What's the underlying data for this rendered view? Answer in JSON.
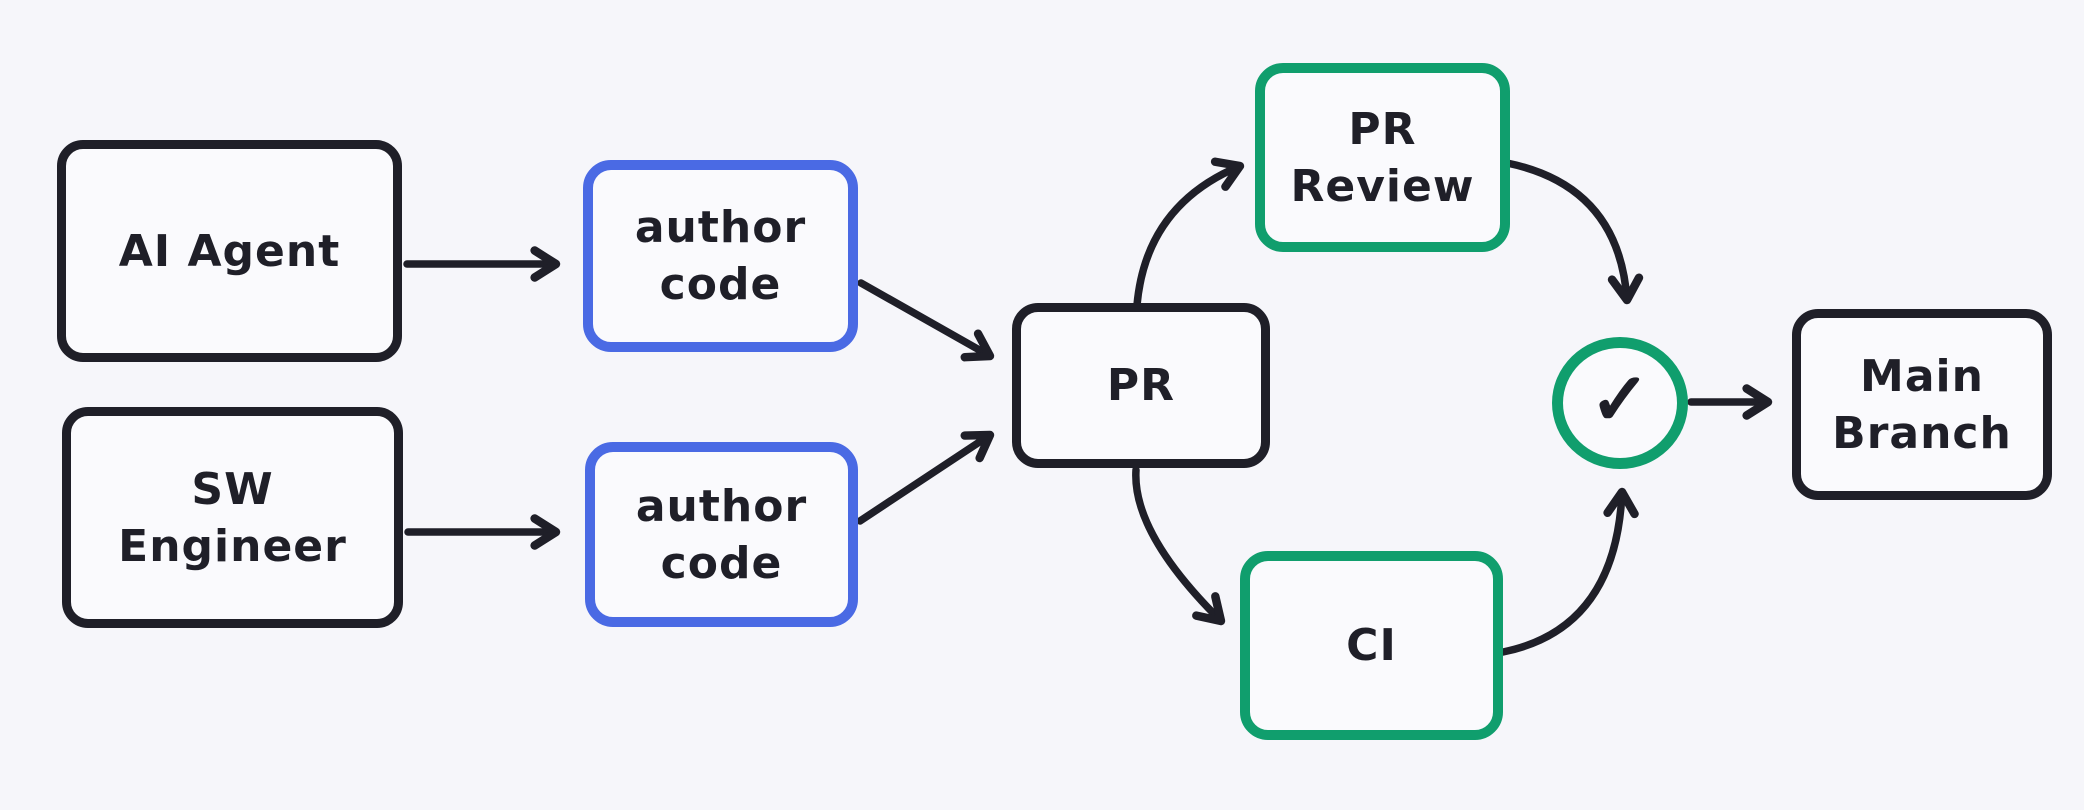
{
  "colors": {
    "background": "#f6f6fa",
    "stroke": "#1f1f28",
    "accent_blue": "#4a6ae4",
    "accent_green": "#109e6d"
  },
  "nodes": {
    "ai_agent": {
      "lines": [
        "AI Agent"
      ]
    },
    "sw_engineer": {
      "lines": [
        "SW",
        "Engineer"
      ]
    },
    "author_code_1": {
      "lines": [
        "author",
        "code"
      ]
    },
    "author_code_2": {
      "lines": [
        "author",
        "code"
      ]
    },
    "pr": {
      "lines": [
        "PR"
      ]
    },
    "pr_review": {
      "lines": [
        "PR",
        "Review"
      ]
    },
    "ci": {
      "lines": [
        "CI"
      ]
    },
    "main_branch": {
      "lines": [
        "Main",
        "Branch"
      ]
    },
    "check": {
      "symbol": "✓"
    }
  }
}
